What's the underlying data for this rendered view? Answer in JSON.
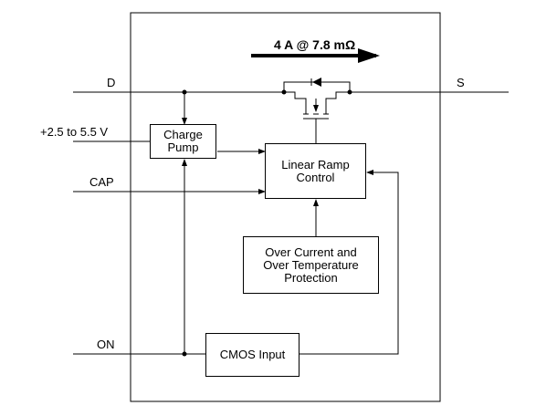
{
  "title": "4 A @ 7.8 mΩ",
  "pins": {
    "d": "D",
    "s": "S",
    "vin": "+2.5 to 5.5 V",
    "cap": "CAP",
    "on": "ON"
  },
  "blocks": {
    "charge_pump": "Charge Pump",
    "linear_ramp": "Linear Ramp Control",
    "protection": "Over Current and Over Temperature Protection",
    "cmos": "CMOS Input"
  }
}
